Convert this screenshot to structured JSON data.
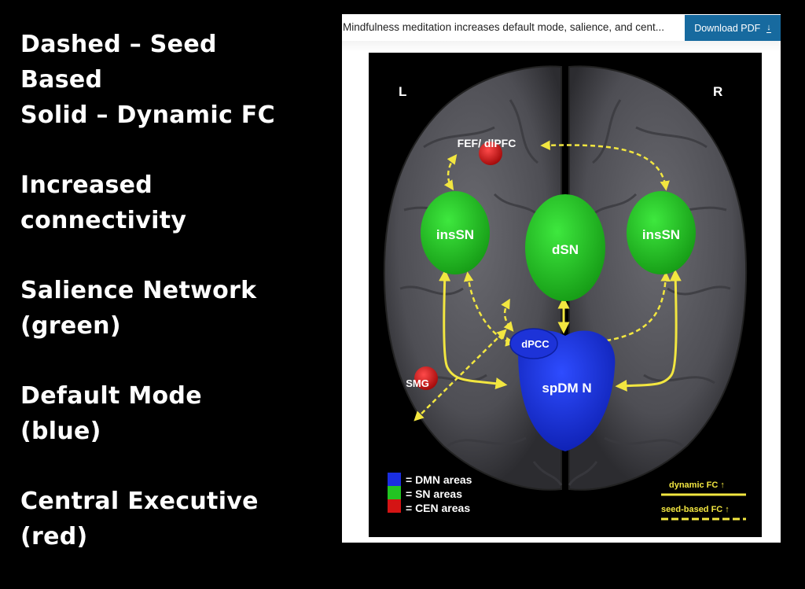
{
  "notes": {
    "blocks": [
      {
        "lines": [
          "Dashed – Seed",
          "Based",
          "Solid – Dynamic FC"
        ]
      },
      {
        "lines": [
          "Increased",
          "connectivity"
        ]
      },
      {
        "lines": [
          "Salience Network",
          "(green)"
        ]
      },
      {
        "lines": [
          "Default Mode",
          "(blue)"
        ]
      },
      {
        "lines": [
          "Central Executive",
          "(red)"
        ]
      }
    ]
  },
  "card": {
    "title": "Mindfulness meditation increases default mode, salience, and cent...",
    "download_label": "Download PDF",
    "download_icon": "download-icon"
  },
  "figure": {
    "hemisphere_left": "L",
    "hemisphere_right": "R",
    "regions": {
      "fef": "FEF/ dlPFC",
      "ins_left": "insSN",
      "dsn": "dSN",
      "ins_right": "insSN",
      "dpcc": "dPCC",
      "spdmn": "spDM N",
      "smg": "SMG"
    },
    "legend": {
      "dmn": "= DMN areas",
      "sn": "= SN areas",
      "cen": "= CEN areas",
      "dynamic": "dynamic FC ↑",
      "seed": "seed-based FC ↑"
    },
    "colors": {
      "dmn": "#1a2ee0",
      "sn": "#22c422",
      "cen": "#d41414",
      "arrow": "#f2e640",
      "button": "#176a9f"
    }
  }
}
